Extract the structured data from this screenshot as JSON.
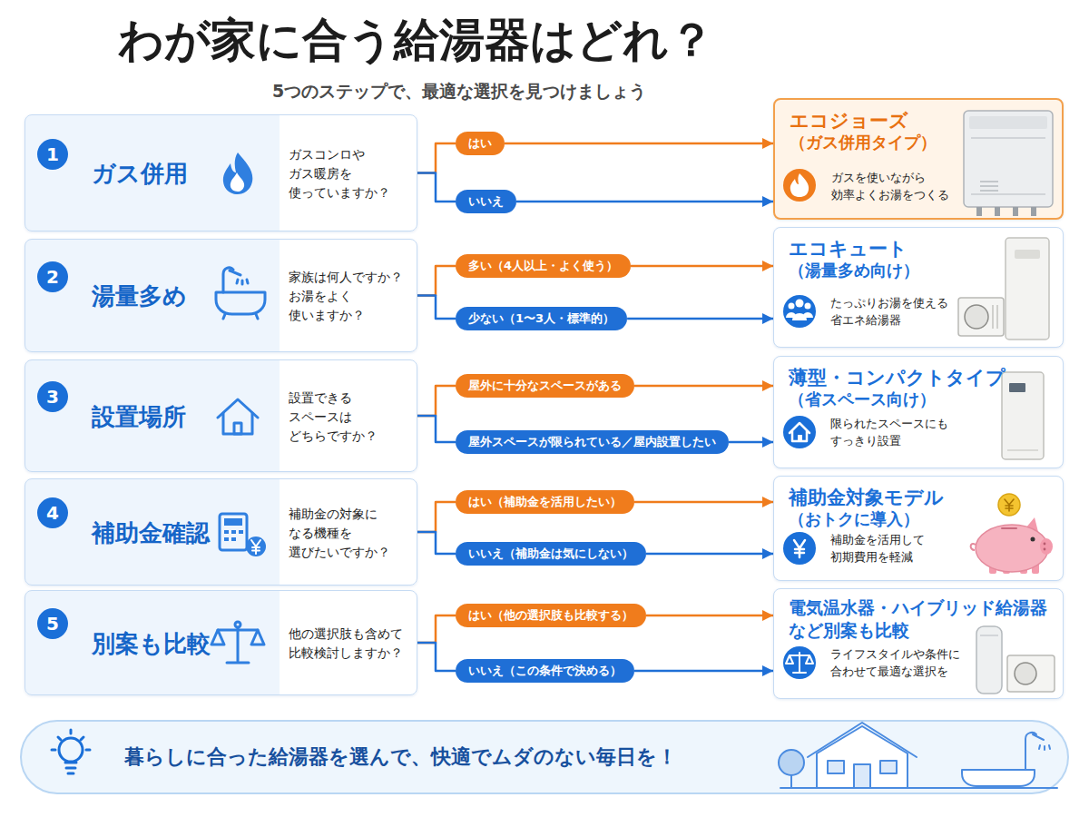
{
  "diagram": {
    "title": "わが家に合う給湯器はどれ？",
    "nodes": [
      {
        "text": [
          "ガス併用",
          "ガスコンロや ガス暖房を 使っていますか？"
        ]
      },
      {
        "text": [
          "1"
        ],
        "in": 0
      },
      {
        "text": [
          "はい"
        ]
      },
      {
        "text": [
          "いいえ"
        ]
      },
      {
        "text": [
          "エコジョーズ",
          "（ガス併用タイプ）",
          "ガスを使いながら 効率よくお湯をつくる"
        ]
      },
      {
        "text": [
          "湯量多め",
          "家族は何人ですか？ お湯をよく 使いますか？"
        ]
      },
      {
        "text": [
          "2"
        ],
        "in": 5
      },
      {
        "text": [
          "多い（4人以上・よく使う）"
        ]
      },
      {
        "text": [
          "少ない（1〜3人・標準的）"
        ]
      },
      {
        "text": [
          "エコキュート",
          "（湯量多め向け）",
          "たっぷりお湯を使える 省エネ給湯器"
        ]
      },
      {
        "text": [
          "設置場所",
          "設置できる スペースは どちらですか？"
        ]
      },
      {
        "text": [
          "3"
        ],
        "in": 10
      },
      {
        "text": [
          "屋外に十分なスペースがある"
        ]
      },
      {
        "text": [
          "屋外スペースが限られている／屋内設置したい"
        ]
      },
      {
        "text": [
          "薄型・コンパクトタイプ",
          "（省スペース向け）",
          "限られたスペースにも すっきり設置"
        ]
      },
      {
        "text": [
          "補助金確認",
          "補助金の対象に なる機種を 選びたいですか？"
        ]
      },
      {
        "text": [
          "4"
        ],
        "in": 15
      },
      {
        "text": [
          "はい（補助金を活用したい）"
        ]
      },
      {
        "text": [
          "いいえ（補助金は気にしない）"
        ]
      },
      {
        "text": [
          "補助金対象モデル",
          "（おトクに導入）",
          "補助金を活用して 初期費用を軽減"
        ]
      },
      {
        "text": [
          "別案も比較",
          "他の選択肢も含めて 比較検討しますか？"
        ]
      },
      {
        "text": [
          "5"
        ],
        "in": 20
      },
      {
        "text": [
          "はい（他の選択肢も比較する）"
        ]
      },
      {
        "text": [
          "いいえ（この条件で決める）"
        ]
      },
      {
        "text": [
          "電気温水器・ハイブリッド給湯器 など別案も比較",
          "ライフスタイルや条件に 合わせて最適な選択を"
        ]
      },
      {
        "text": [
          "暮らしに合った給湯器を選んで、快適でムダのない毎日を！"
        ]
      }
    ],
    "edges": [
      {
        "from": 0,
        "to": 2,
        "arrow": "none"
      },
      {
        "from": 0,
        "to": 3,
        "arrow": "none"
      },
      {
        "from": 2,
        "to": 4,
        "arrow": "to"
      },
      {
        "from": 3,
        "to": 4,
        "arrow": "to"
      },
      {
        "from": 5,
        "to": 7,
        "arrow": "none"
      },
      {
        "from": 5,
        "to": 8,
        "arrow": "none"
      },
      {
        "from": 7,
        "to": 9,
        "arrow": "to"
      },
      {
        "from": 8,
        "to": 9,
        "arrow": "to"
      },
      {
        "from": 10,
        "to": 12,
        "arrow": "none"
      },
      {
        "from": 10,
        "to": 13,
        "arrow": "none"
      },
      {
        "from": 12,
        "to": 14,
        "arrow": "to"
      },
      {
        "from": 13,
        "to": 14,
        "arrow": "to"
      },
      {
        "from": 15,
        "to": 17,
        "arrow": "none"
      },
      {
        "from": 15,
        "to": 18,
        "arrow": "none"
      },
      {
        "from": 17,
        "to": 19,
        "arrow": "to"
      },
      {
        "from": 18,
        "to": 19,
        "arrow": "to"
      },
      {
        "from": 20,
        "to": 22,
        "arrow": "none"
      },
      {
        "from": 20,
        "to": 23,
        "arrow": "none"
      },
      {
        "from": 22,
        "to": 24,
        "arrow": "to"
      },
      {
        "from": 23,
        "to": 24,
        "arrow": "to"
      }
    ],
    "labels": [
      "5つのステップで、最適な選択を見つけましょう"
    ]
  }
}
